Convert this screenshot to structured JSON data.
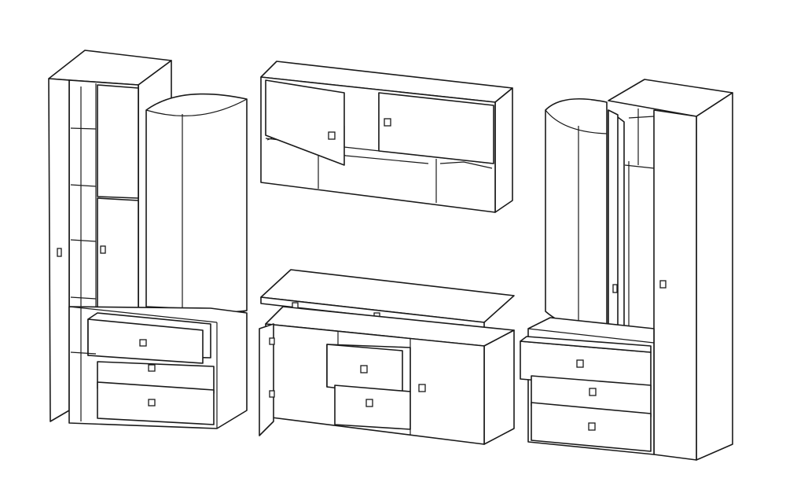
{
  "figure": {
    "background": "#ffffff",
    "line_color": "#1a1a1a",
    "pieces": [
      {
        "name": "left-wardrobe-unit",
        "icon": "wardrobe-icon"
      },
      {
        "name": "wall-cabinet",
        "icon": "cabinet-icon"
      },
      {
        "name": "tv-sideboard",
        "icon": "sideboard-icon"
      },
      {
        "name": "right-wardrobe-unit",
        "icon": "wardrobe-icon"
      }
    ]
  }
}
